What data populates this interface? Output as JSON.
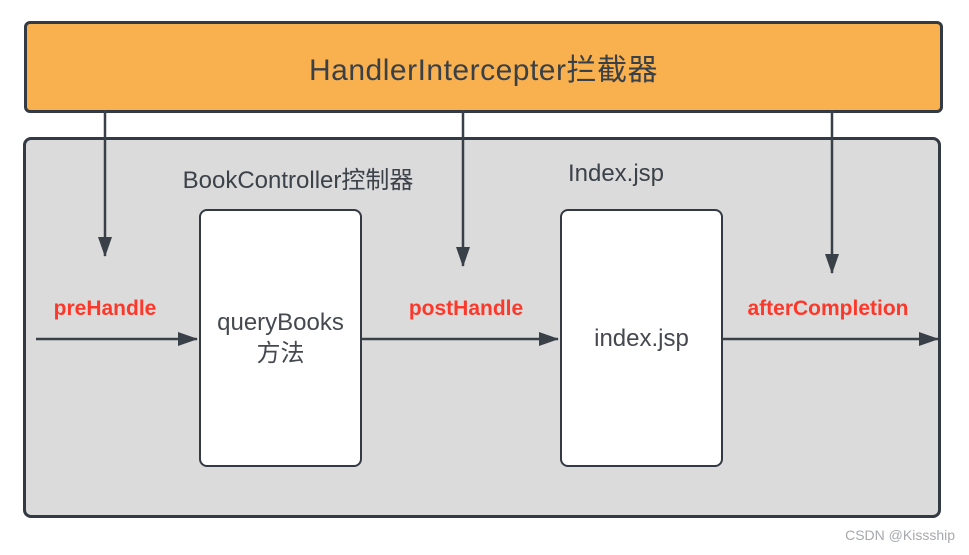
{
  "banner": {
    "title": "HandlerIntercepter拦截器"
  },
  "panel": {
    "controller_label": "BookController控制器",
    "view_label": "Index.jsp"
  },
  "boxes": [
    {
      "line1": "queryBooks",
      "line2": "方法"
    },
    {
      "line1": "index.jsp"
    }
  ],
  "steps": [
    {
      "label": "preHandle"
    },
    {
      "label": "postHandle"
    },
    {
      "label": "afterCompletion"
    }
  ],
  "watermark": {
    "text": "CSDN @Kissship"
  },
  "colors": {
    "banner_fill": "#F9B04E",
    "outline": "#333A44",
    "panel_fill": "#DBDBDB",
    "arrow": "#3A4047",
    "step_label": "#FB382A",
    "text": "#3C4249",
    "watermark": "#A6A9AD"
  }
}
